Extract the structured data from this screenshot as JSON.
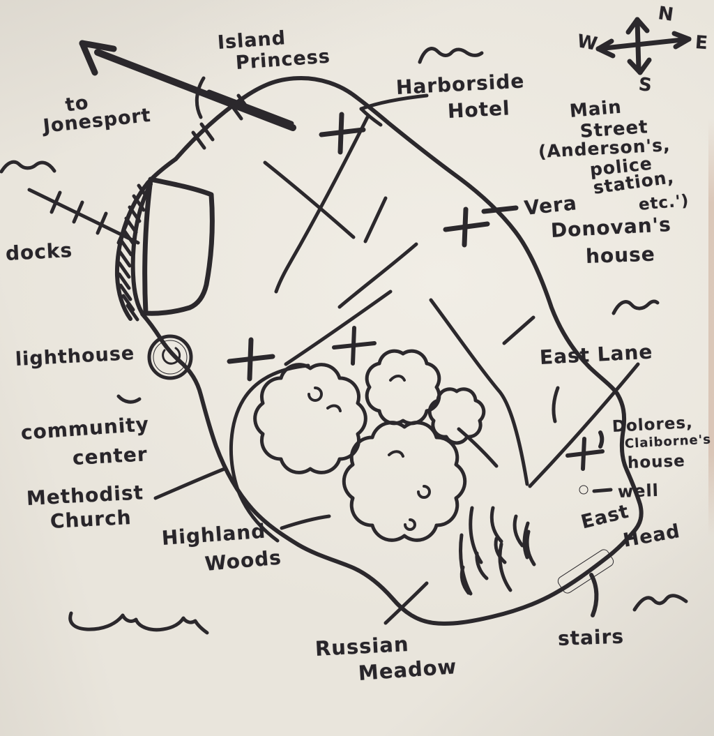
{
  "map_title": "Hand-drawn island map (Little Tall Island sketch)",
  "colors": {
    "ink": "#2b282c",
    "paper": "#e9e5dc"
  },
  "compass": {
    "north": "N",
    "east": "E",
    "south": "S",
    "west": "W"
  },
  "labels": {
    "island_princess_line1": "Island",
    "island_princess_line2": "Princess",
    "to_jonesport_line1": "to",
    "to_jonesport_line2": "Jonesport",
    "harborside_hotel_line1": "Harborside",
    "harborside_hotel_line2": "Hotel",
    "main_street_line1": "Main",
    "main_street_line2": "Street",
    "main_street_line3": "(Anderson's,",
    "main_street_line4": "police",
    "main_street_line5": "station,",
    "main_street_line6": "etc.')",
    "vera_line1": "Vera",
    "vera_line2": "Donovan's",
    "vera_line3": "house",
    "docks": "docks",
    "lighthouse": "lighthouse",
    "community_center_line1": "community",
    "community_center_line2": "center",
    "methodist_church_line1": "Methodist",
    "methodist_church_line2": "Church",
    "east_lane": "East Lane",
    "dolores_line1": "Dolores,",
    "dolores_line2": "Claiborne's",
    "dolores_line3": "house",
    "well": "well",
    "east_head_line1": "East",
    "east_head_line2": "Head",
    "stairs": "stairs",
    "russian_meadow_line1": "Russian",
    "russian_meadow_line2": "Meadow",
    "highland_woods_line1": "Highland",
    "highland_woods_line2": "Woods"
  },
  "symbols": {
    "compass_rose_icon": "crossed double-headed arrows",
    "ferry_arrow_icon": "thick arrow pointing northwest toward Jonesport",
    "building_cross_marker": "+",
    "well_dot_marker": "•",
    "lighthouse_marker": "filled circle",
    "stairs_marker": "thick filled bar on coastline",
    "docks_marker": "hatched crescent breakwater",
    "woods_marker": "scalloped cloud outlines",
    "meadow_marker": "grass tuft strokes",
    "water_marker": "wave squiggles",
    "ferry_route_ticks": "double hash marks on coastline"
  }
}
